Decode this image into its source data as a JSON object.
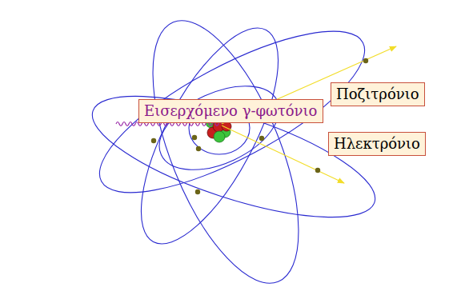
{
  "diagram": {
    "nodes": [
      {
        "text": [
          "Εισερχόμενο γ-φωτόνιο"
        ]
      },
      {
        "text": [
          "Ποζιτρόνιο"
        ]
      },
      {
        "text": [
          "Ηλεκτρόνιο"
        ]
      }
    ]
  }
}
